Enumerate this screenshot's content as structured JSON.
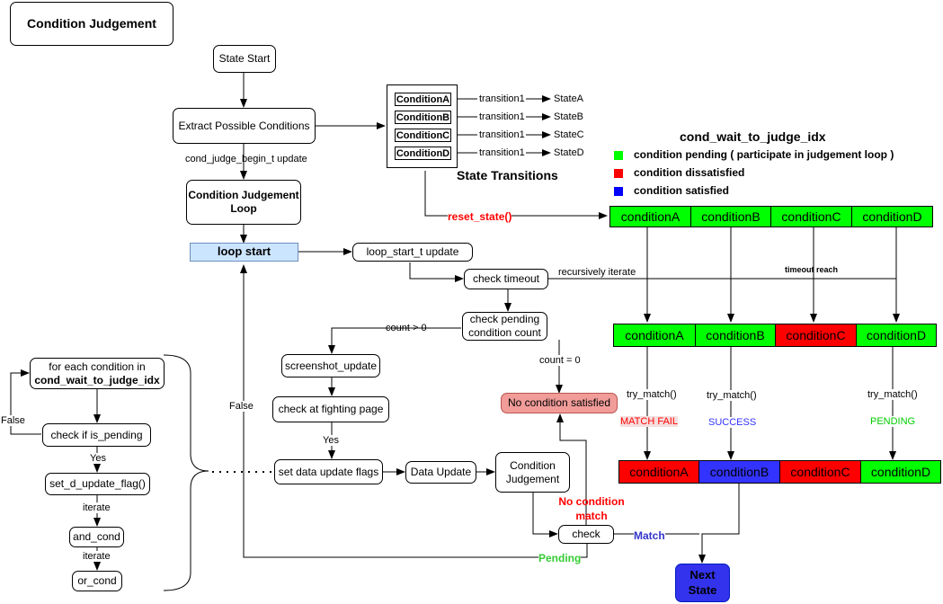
{
  "title": "Condition Judgement",
  "nodes": {
    "state_start": "State Start",
    "extract": "Extract Possible Conditions",
    "cond_judge_begin": "cond_judge_begin_t update",
    "cj_loop": "Condition Judgement Loop",
    "loop_start": "loop start",
    "loop_start_t": "loop_start_t update",
    "check_timeout": "check timeout",
    "recursively_iterate": "recursively iterate",
    "check_pending": "check pending condition count",
    "count_gt0": "count > 0",
    "count_eq0": "count = 0",
    "screenshot": "screenshot_update",
    "fighting": "check at fighting page",
    "yes1": "Yes",
    "false1": "False",
    "set_flags": "set data update flags",
    "data_update": "Data Update",
    "cond_judgement": "Condition Judgement",
    "no_cond_satisfied": "No condition satisfied",
    "no_cond_match": "No condition match",
    "check": "check",
    "match": "Match",
    "pending": "Pending",
    "next_state": "Next State"
  },
  "sub_loop": {
    "for_each_prefix": "for each condition in",
    "for_each_var": "cond_wait_to_judge_idx",
    "is_pending": "check if is_pending",
    "false_lbl": "False",
    "yes_lbl": "Yes",
    "set_flag": "set_d_update_flag()",
    "iterate1": "iterate",
    "and_cond": "and_cond",
    "iterate2": "iterate",
    "or_cond": "or_cond"
  },
  "transitions": {
    "caption": "State Transitions",
    "rows": [
      {
        "cond": "ConditionA",
        "trans": "transition1",
        "state": "StateA"
      },
      {
        "cond": "ConditionB",
        "trans": "transition1",
        "state": "StateB"
      },
      {
        "cond": "ConditionC",
        "trans": "transition1",
        "state": "StateC"
      },
      {
        "cond": "ConditionD",
        "trans": "transition1",
        "state": "StateD"
      }
    ]
  },
  "right_panel": {
    "heading": "cond_wait_to_judge_idx",
    "legend": [
      {
        "color": "#00ff00",
        "text": "condition pending ( participate in judgement loop )"
      },
      {
        "color": "#ff0000",
        "text": "condition dissatisfied"
      },
      {
        "color": "#0000ff",
        "text": "condition satisfied"
      }
    ],
    "reset_state": "reset_state()",
    "timeout_reach": "timeout reach",
    "row1": [
      "conditionA",
      "conditionB",
      "conditionC",
      "conditionD"
    ],
    "row2": [
      "conditionA",
      "conditionB",
      "conditionC",
      "conditionD"
    ],
    "row3": [
      "conditionA",
      "conditionB",
      "conditionC",
      "conditionD"
    ],
    "try_match": [
      "try_match()",
      "try_match()",
      "try_match()"
    ],
    "results": [
      "MATCH FAIL",
      "SUCCESS",
      "PENDING"
    ]
  }
}
